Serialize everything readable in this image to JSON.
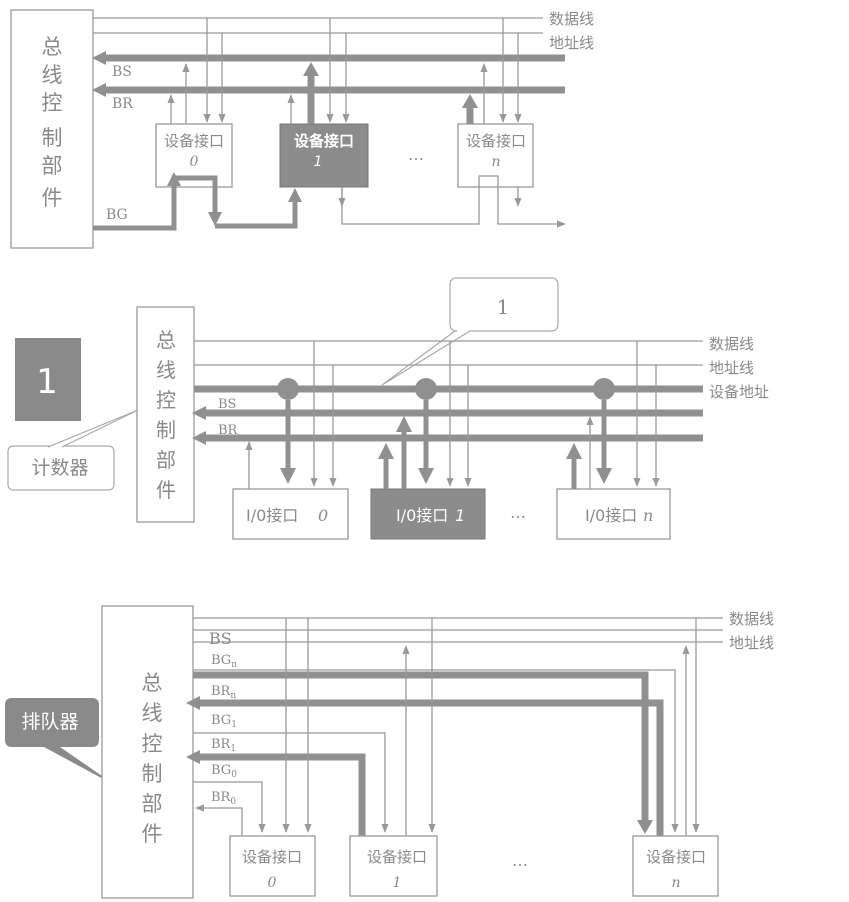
{
  "diagram1": {
    "controller_chars": [
      "总",
      "线",
      "控",
      "制",
      "部",
      "件"
    ],
    "bus_data": "数据线",
    "bus_addr": "地址线",
    "sig_bs": "BS",
    "sig_br": "BR",
    "sig_bg": "BG",
    "device_label": "设备接口",
    "dev_idx": [
      "0",
      "1",
      "n"
    ],
    "ellipsis": "…"
  },
  "diagram2": {
    "callout_top": "1",
    "badge": "1",
    "callout_left": "计数器",
    "controller_chars": [
      "总",
      "线",
      "控",
      "制",
      "部",
      "件"
    ],
    "bus_data": "数据线",
    "bus_addr": "地址线",
    "bus_devaddr": "设备地址",
    "sig_bs": "BS",
    "sig_br": "BR",
    "io_label": "I/0接口",
    "dev_idx": [
      "0",
      "1",
      "n"
    ],
    "ellipsis": "…"
  },
  "diagram3": {
    "callout": "排队器",
    "controller_chars": [
      "总",
      "线",
      "控",
      "制",
      "部",
      "件"
    ],
    "bus_data": "数据线",
    "bus_addr": "地址线",
    "sig_bs": "BS",
    "signals": [
      {
        "base": "BG",
        "sub": "n"
      },
      {
        "base": "BR",
        "sub": "n"
      },
      {
        "base": "BG",
        "sub": "1"
      },
      {
        "base": "BR",
        "sub": "1"
      },
      {
        "base": "BG",
        "sub": "0"
      },
      {
        "base": "BR",
        "sub": "0"
      }
    ],
    "device_label": "设备接口",
    "dev_idx": [
      "0",
      "1",
      "n"
    ],
    "ellipsis": "…"
  }
}
